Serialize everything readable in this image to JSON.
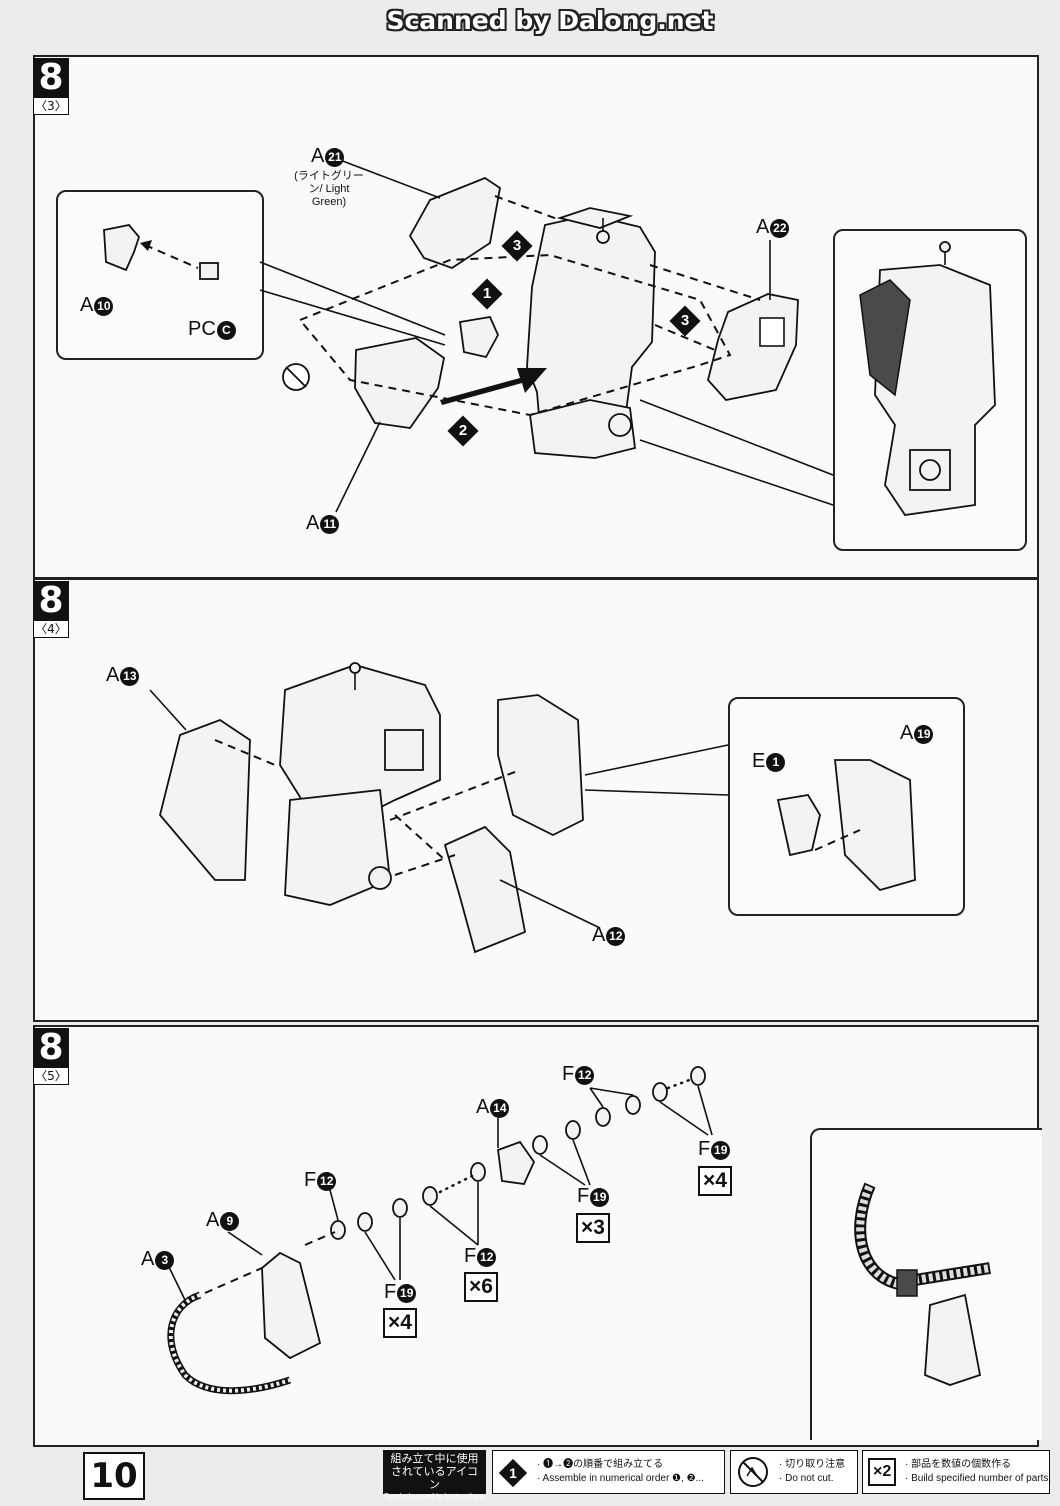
{
  "header": {
    "scan_credit": "Scanned by Dalong.net"
  },
  "page_number": "10",
  "steps": [
    {
      "number": "8",
      "sub": "〈3〉",
      "labels": {
        "a21_letter": "A",
        "a21_num": "21",
        "a21_note": "(ライトグリーン/ Light Green)",
        "a22_letter": "A",
        "a22_num": "22",
        "a10_letter": "A",
        "a10_num": "10",
        "pc_letter": "PC",
        "pc_code": "C",
        "a11_letter": "A",
        "a11_num": "11"
      },
      "order_marks": [
        "1",
        "2",
        "3",
        "3"
      ]
    },
    {
      "number": "8",
      "sub": "〈4〉",
      "labels": {
        "a13_letter": "A",
        "a13_num": "13",
        "a12_letter": "A",
        "a12_num": "12",
        "e1_letter": "E",
        "e1_num": "1",
        "a19_letter": "A",
        "a19_num": "19"
      }
    },
    {
      "number": "8",
      "sub": "〈5〉",
      "labels": {
        "a3_letter": "A",
        "a3_num": "3",
        "a9_letter": "A",
        "a9_num": "9",
        "a14_letter": "A",
        "a14_num": "14",
        "f12_letter": "F",
        "f12_num": "12",
        "f19_letter": "F",
        "f19_num": "19"
      },
      "quantities": {
        "f19_a": "×4",
        "f12_a": "×6",
        "f19_b": "×3",
        "f19_c": "×4"
      }
    }
  ],
  "legend": {
    "heading_jp": "組み立て中に使用されているアイコン",
    "heading_en": "Symbols used in instructions",
    "order_icon": "1",
    "order_jp": "· ❶→❷の順番で組み立てる",
    "order_en": "· Assemble in numerical order ❶, ❷...",
    "cut_jp": "· 切り取り注意",
    "cut_en": "· Do not cut.",
    "qty_icon": "×2",
    "qty_jp": "· 部品を数値の個数作る",
    "qty_en": "· Build specified number of parts."
  }
}
